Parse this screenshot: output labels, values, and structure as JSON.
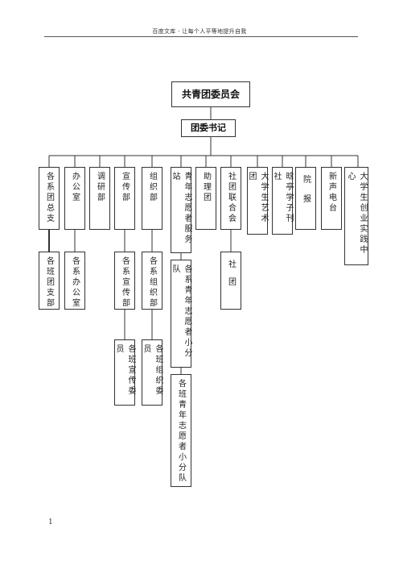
{
  "header": {
    "text": "百度文库 - 让每个人平等地提升自我"
  },
  "org_chart": {
    "top": "共青团委员会",
    "secretary": "团委书记",
    "departments": [
      "各系团总支",
      "办公室",
      "调研部",
      "宣传部",
      "组织部",
      "青年志愿者服务站",
      "助理团",
      "社团联合会",
      "大学生艺术团",
      "晗亭学子刊社",
      "院报",
      "新声电台",
      "大学生创业实践中心"
    ],
    "level2": {
      "league_branch": "各班团支部",
      "office": "各系办公室",
      "publicity": "各系宣传部",
      "organization": "各系组织部",
      "volunteer": "各系青年志愿者小分队",
      "federation": "社团"
    },
    "level3": {
      "publicity": "各班宣传委员",
      "organization": "各班组织委员",
      "volunteer": "各班青年志愿者小分队"
    }
  },
  "footer": {
    "page_number": "1"
  }
}
